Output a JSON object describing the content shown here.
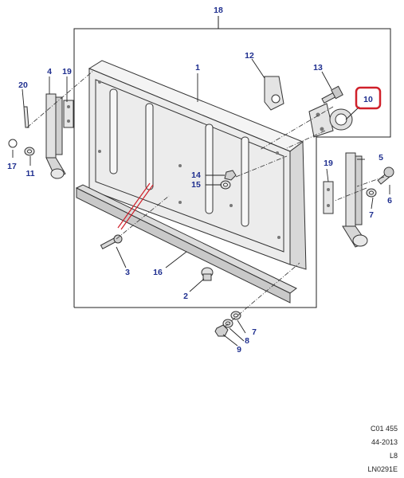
{
  "callouts": {
    "c1": "1",
    "c2": "2",
    "c3": "3",
    "c4": "4",
    "c5": "5",
    "c6": "6",
    "c7a": "7",
    "c7b": "7",
    "c8": "8",
    "c9": "9",
    "c10": "10",
    "c11": "11",
    "c12": "12",
    "c13": "13",
    "c14": "14",
    "c15": "15",
    "c16": "16",
    "c17": "17",
    "c18": "18",
    "c19a": "19",
    "c19b": "19",
    "c20": "20"
  },
  "reference": {
    "code": "C01 455",
    "date": "44-2013",
    "section": "L8",
    "drawing": "LN0291E"
  },
  "colors": {
    "callout_text": "#1f2f8f",
    "highlight": "#d0202a",
    "panel_fill": "#e9e9e9",
    "line": "#222222"
  }
}
